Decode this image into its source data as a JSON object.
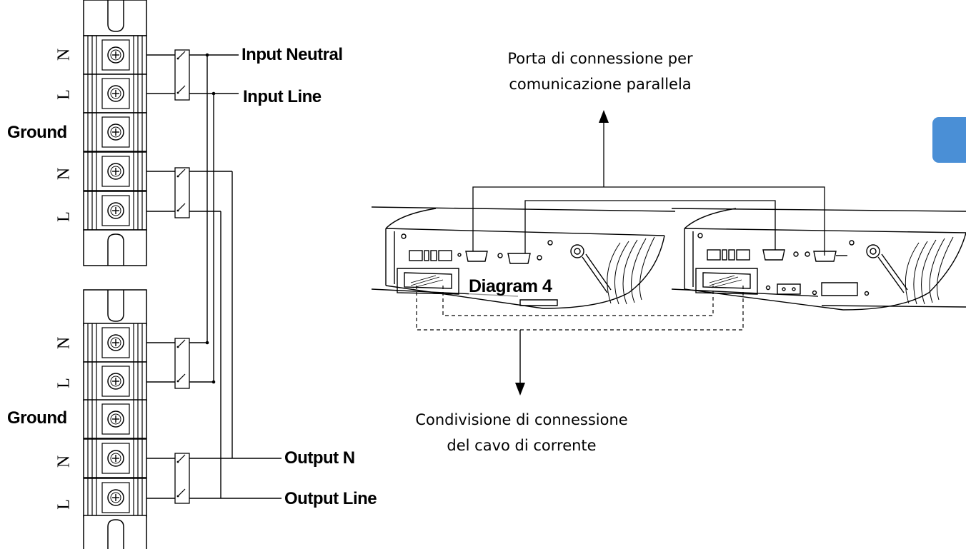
{
  "terminal_labels": {
    "top": [
      "N",
      "L",
      "Ground",
      "N",
      "L"
    ],
    "bottom": [
      "N",
      "L",
      "Ground",
      "N",
      "L"
    ]
  },
  "wire_labels": {
    "input_neutral": "Input Neutral",
    "input_line": "Input Line",
    "output_neutral": "Output N",
    "output_line": "Output Line"
  },
  "center_label": "Diagram 4",
  "parallel_port_caption": [
    "Porta di connessione per",
    "comunicazione parallela"
  ],
  "power_share_caption": [
    "Condivisione di connessione",
    "del cavo di corrente"
  ],
  "colors": {
    "line": "#000000",
    "badge": "#4a8fd6",
    "fill_bg": "#ffffff"
  }
}
